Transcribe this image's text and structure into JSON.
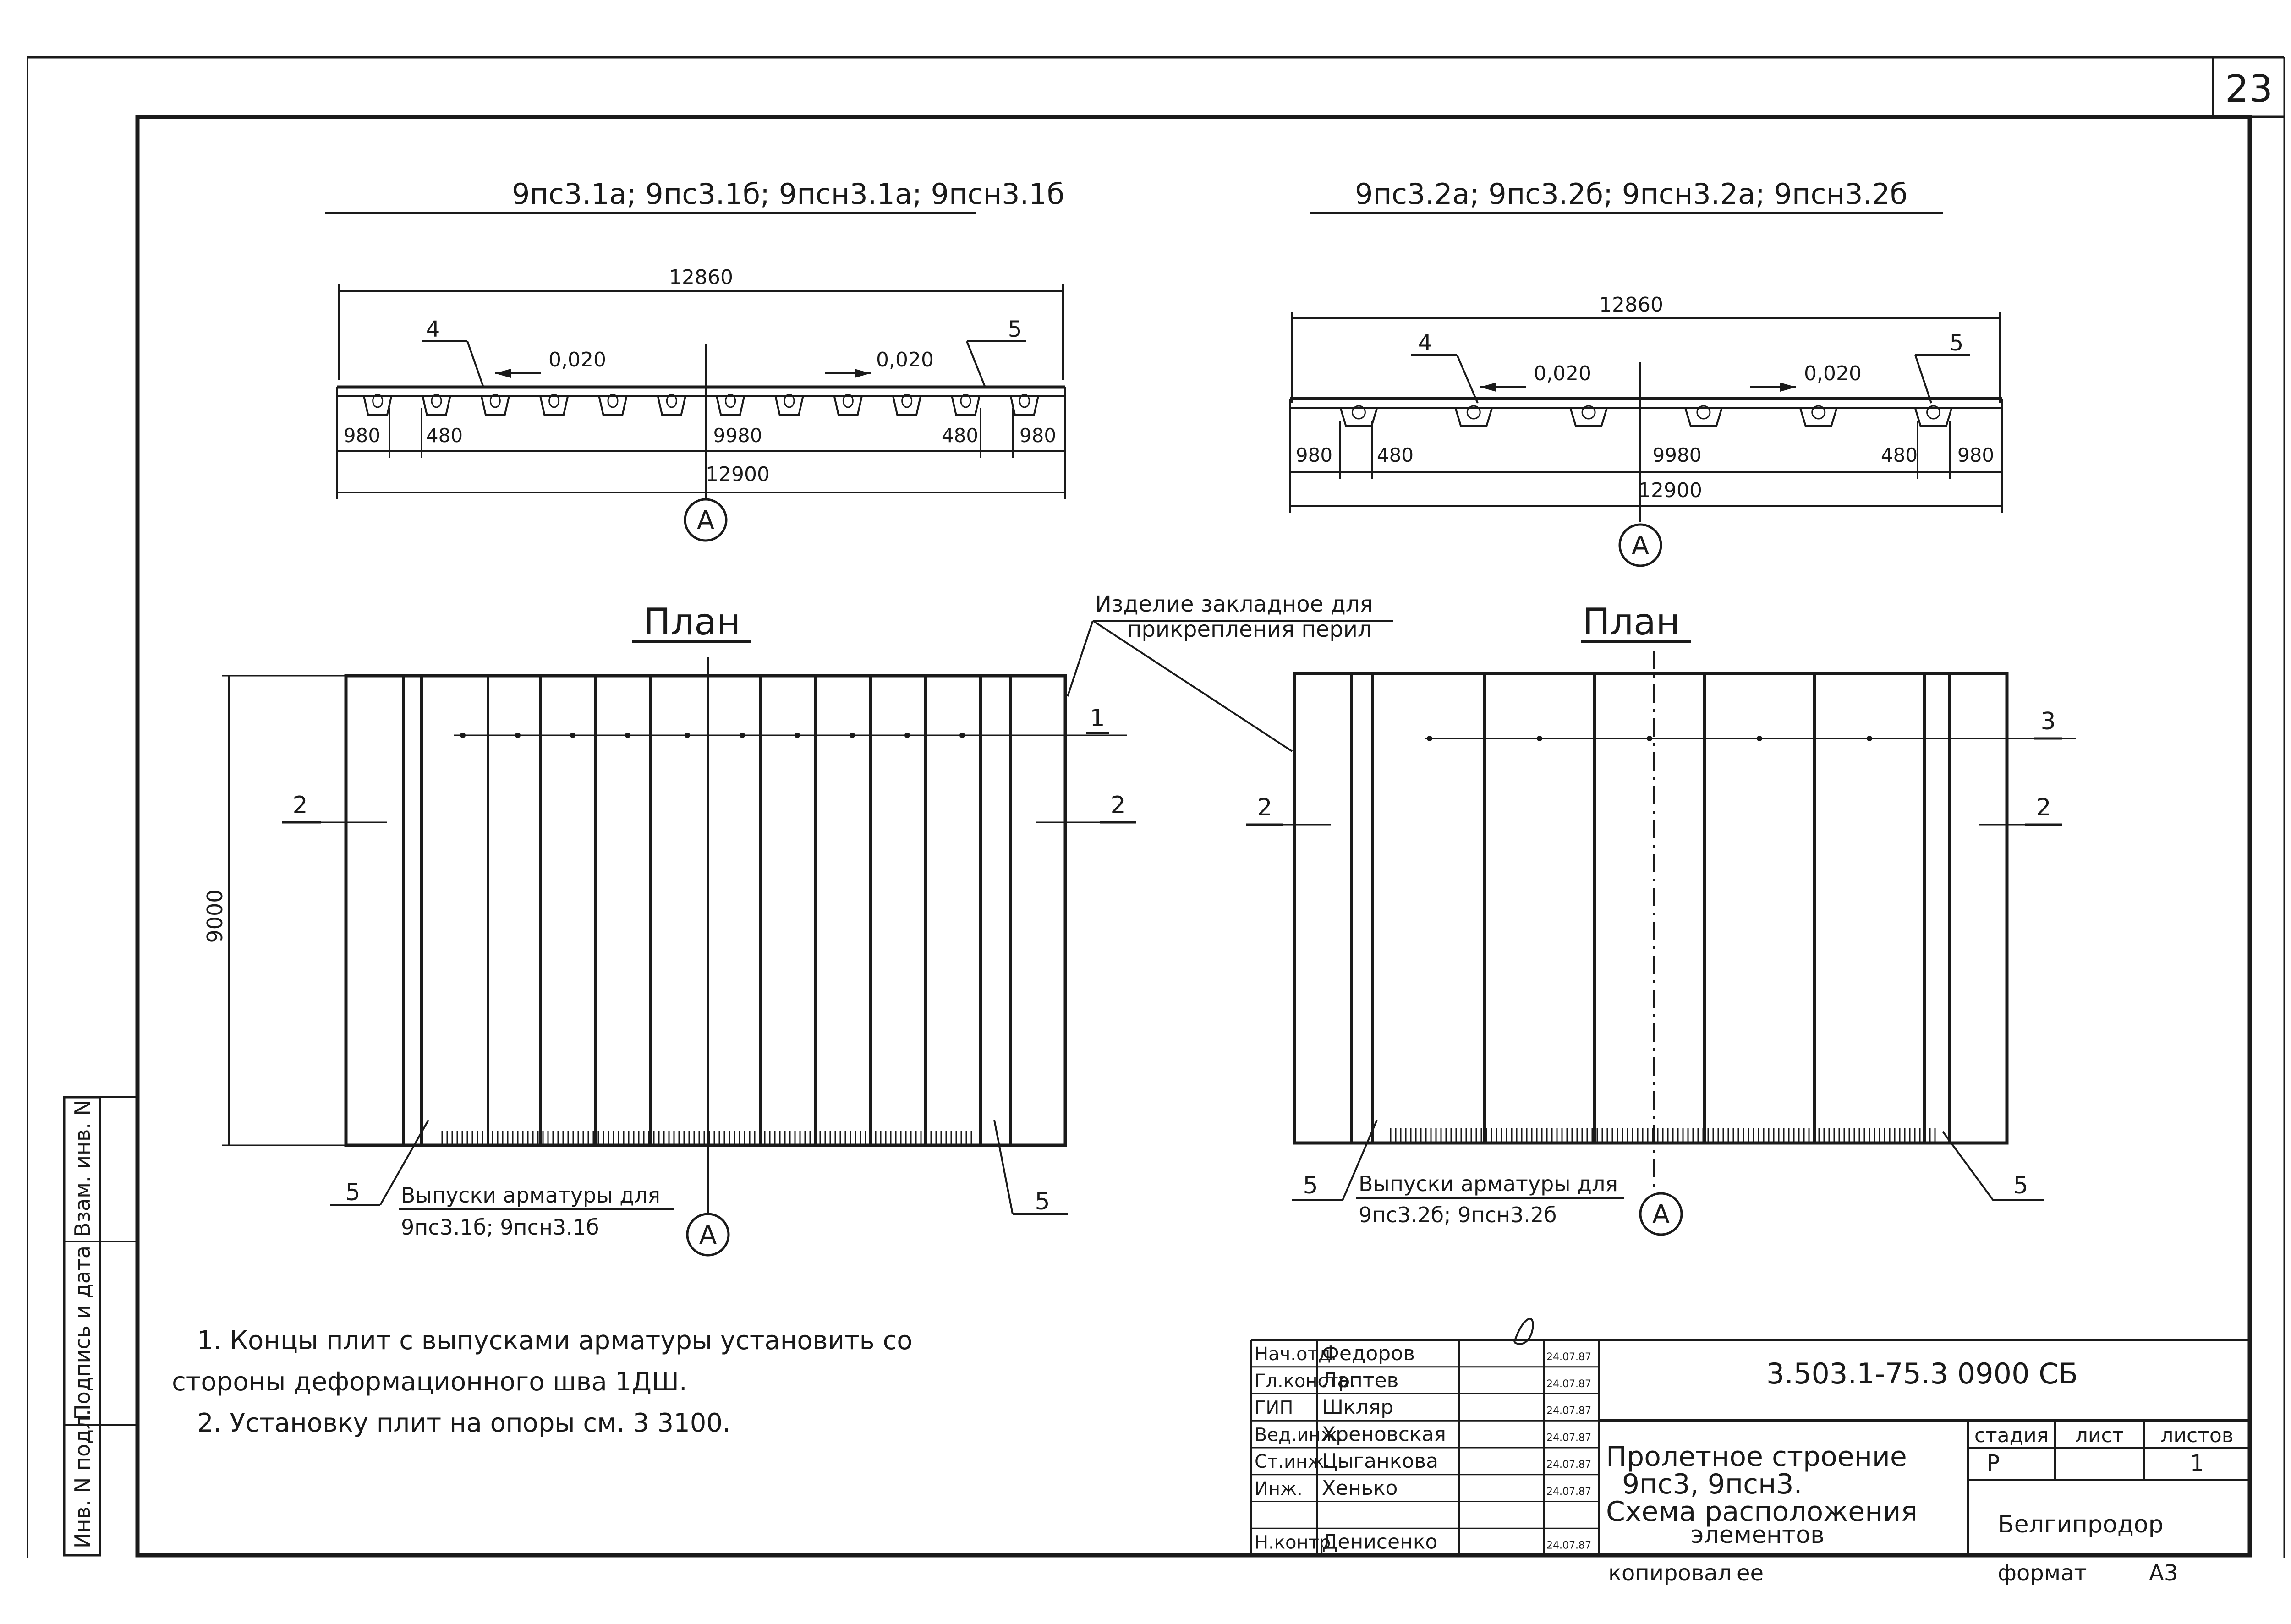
{
  "sheet": {
    "sheet_number": "23",
    "left_margin_labels": [
      "Инв. N подл.",
      "Подпись и дата",
      "Взам. инв. N"
    ]
  },
  "left_scheme": {
    "title": "9пс3.1а; 9пс3.1б; 9псн3.1а; 9псн3.1б",
    "overall_top": "12860",
    "callout_left": "4",
    "callout_right": "5",
    "slope_left": "0,020",
    "slope_right": "0,020",
    "dims": [
      "980",
      "480",
      "9980",
      "480",
      "980"
    ],
    "overall_bottom": "12900",
    "axis_label": "А",
    "rib_count": 12
  },
  "right_scheme": {
    "title": "9пс3.2а; 9пс3.2б; 9псн3.2а; 9псн3.2б",
    "overall_top": "12860",
    "callout_left": "4",
    "callout_right": "5",
    "slope_left": "0,020",
    "slope_right": "0,020",
    "dims": [
      "980",
      "480",
      "9980",
      "480",
      "980"
    ],
    "overall_bottom": "12900",
    "axis_label": "А",
    "rib_count": 6
  },
  "center_callout": {
    "line1": "Изделие закладное для",
    "line2": "прикрепления перил"
  },
  "left_plan": {
    "title": "План",
    "height_dim": "9000",
    "section_top": "1",
    "section_left": "2",
    "section_right": "2",
    "callout_left": "5",
    "callout_right": "5",
    "rebar_label_1": "Выпуски арматуры для",
    "rebar_label_2": "9пс3.1б; 9псн3.1б",
    "axis_label": "А"
  },
  "right_plan": {
    "title": "План",
    "section_top": "3",
    "section_left": "2",
    "section_right": "2",
    "callout_left": "5",
    "callout_right": "5",
    "rebar_label_1": "Выпуски арматуры для",
    "rebar_label_2": "9пс3.2б; 9псн3.2б",
    "axis_label": "А"
  },
  "notes": [
    "1. Концы плит с выпусками арматуры установить со",
    "стороны деформационного шва 1ДШ.",
    "2. Установку плит на опоры см. 3 3100."
  ],
  "title_block": {
    "code": "3.503.1-75.3 0900 СБ",
    "signatures": [
      {
        "role": "Нач.отд.",
        "name": "Федоров",
        "date": "24.07.87"
      },
      {
        "role": "Гл.констр.",
        "name": "Лаптев",
        "date": "24.07.87"
      },
      {
        "role": "ГИП",
        "name": "Шкляр",
        "date": "24.07.87"
      },
      {
        "role": "Вед.инж.",
        "name": "Хреновская",
        "date": "24.07.87"
      },
      {
        "role": "Ст.инж.",
        "name": "Цыганкова",
        "date": "24.07.87"
      },
      {
        "role": "Инж.",
        "name": "Хенько",
        "date": "24.07.87"
      },
      {
        "role": "",
        "name": "",
        "date": ""
      },
      {
        "role": "Н.контр.",
        "name": "Денисенко",
        "date": "24.07.87"
      }
    ],
    "title_lines": [
      "Пролетное строение",
      "9пс3, 9псн3.",
      "Схема расположения",
      "элементов"
    ],
    "stage_label": "стадия",
    "sheet_label": "лист",
    "sheets_label": "листов",
    "stage_value": "Р",
    "sheet_value": "",
    "sheets_value": "1",
    "organization": "Белгипродор",
    "copied_label": "копировал",
    "copied_value": "ее",
    "format_label": "формат",
    "format_value": "А3"
  }
}
